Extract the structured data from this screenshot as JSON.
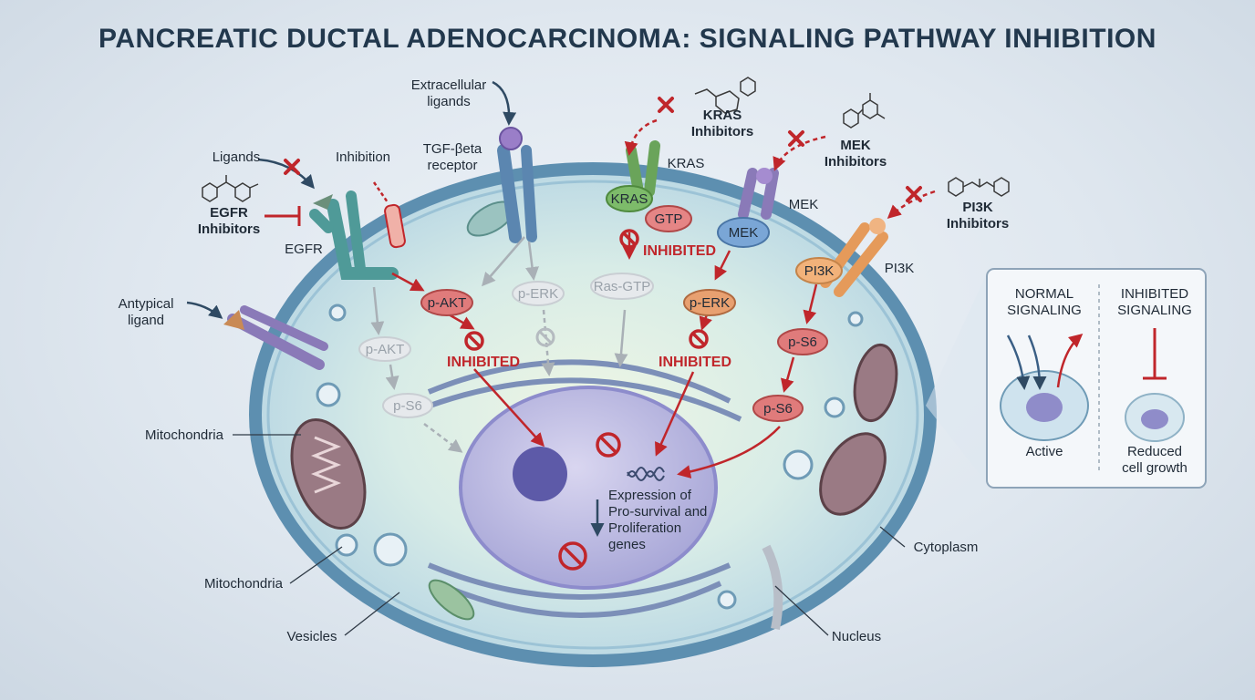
{
  "title": "PANCREATIC DUCTAL ADENOCARCINOMA: SIGNALING PATHWAY INHIBITION",
  "labels": {
    "extracellular_ligands": [
      "Extracellular",
      "ligands"
    ],
    "ligands": "Ligands",
    "inhibition": "Inhibition",
    "tgf_receptor": [
      "TGF-βeta",
      "receptor"
    ],
    "kras_inhibitors": [
      "KRAS",
      "Inhibitors"
    ],
    "kras_side": "KRAS",
    "mek_inhibitors": [
      "MEK",
      "Inhibitors"
    ],
    "mek_side": "MEK",
    "pi3k_inhibitors": [
      "PI3K",
      "Inhibitors"
    ],
    "pi3k_side": "PI3K",
    "egfr_inhibitors": [
      "EGFR",
      "Inhibitors"
    ],
    "egfr": "EGFR",
    "atypical_ligand": [
      "Antypical",
      "ligand"
    ],
    "mitochondria_top": "Mitochondria",
    "mitochondria_bottom": "Mitochondria",
    "vesicles": "Vesicles",
    "nucleus": "Nucleus",
    "cytoplasm": "Cytoplasm",
    "expression": [
      "Expression of",
      "Pro-survival and",
      "Proliferation",
      "genes"
    ]
  },
  "nodes": {
    "kras": "KRAS",
    "gtp": "GTP",
    "mek": "MEK",
    "pi3k": "PI3K",
    "p_akt_active": "p-AKT",
    "p_erk_faded": "p-ERK",
    "ras_gtp": "Ras-GTP",
    "p_erk_active": "p-ERK",
    "p_s6_1": "p-S6",
    "p_s6_2": "p-S6",
    "p_akt_faded": "p-AKT",
    "p_s6_faded": "p-S6"
  },
  "status": {
    "inhibited_akt": "INHIBITED",
    "inhibited_kras": "INHIBITED",
    "inhibited_erk": "INHIBITED"
  },
  "legend": {
    "normal": [
      "NORMAL",
      "SIGNALING"
    ],
    "inhibited": [
      "INHIBITED",
      "SIGNALING"
    ],
    "active": "Active",
    "reduced": [
      "Reduced",
      "cell growth"
    ]
  },
  "colors": {
    "inhibit_red": "#c0262b",
    "active_pill": "#e07b7b",
    "faded_pill": "#e6e9ec",
    "kras_green": "#7dbb6a",
    "mek_blue": "#7aa6d6",
    "pi3k_orange": "#f2b27a"
  }
}
